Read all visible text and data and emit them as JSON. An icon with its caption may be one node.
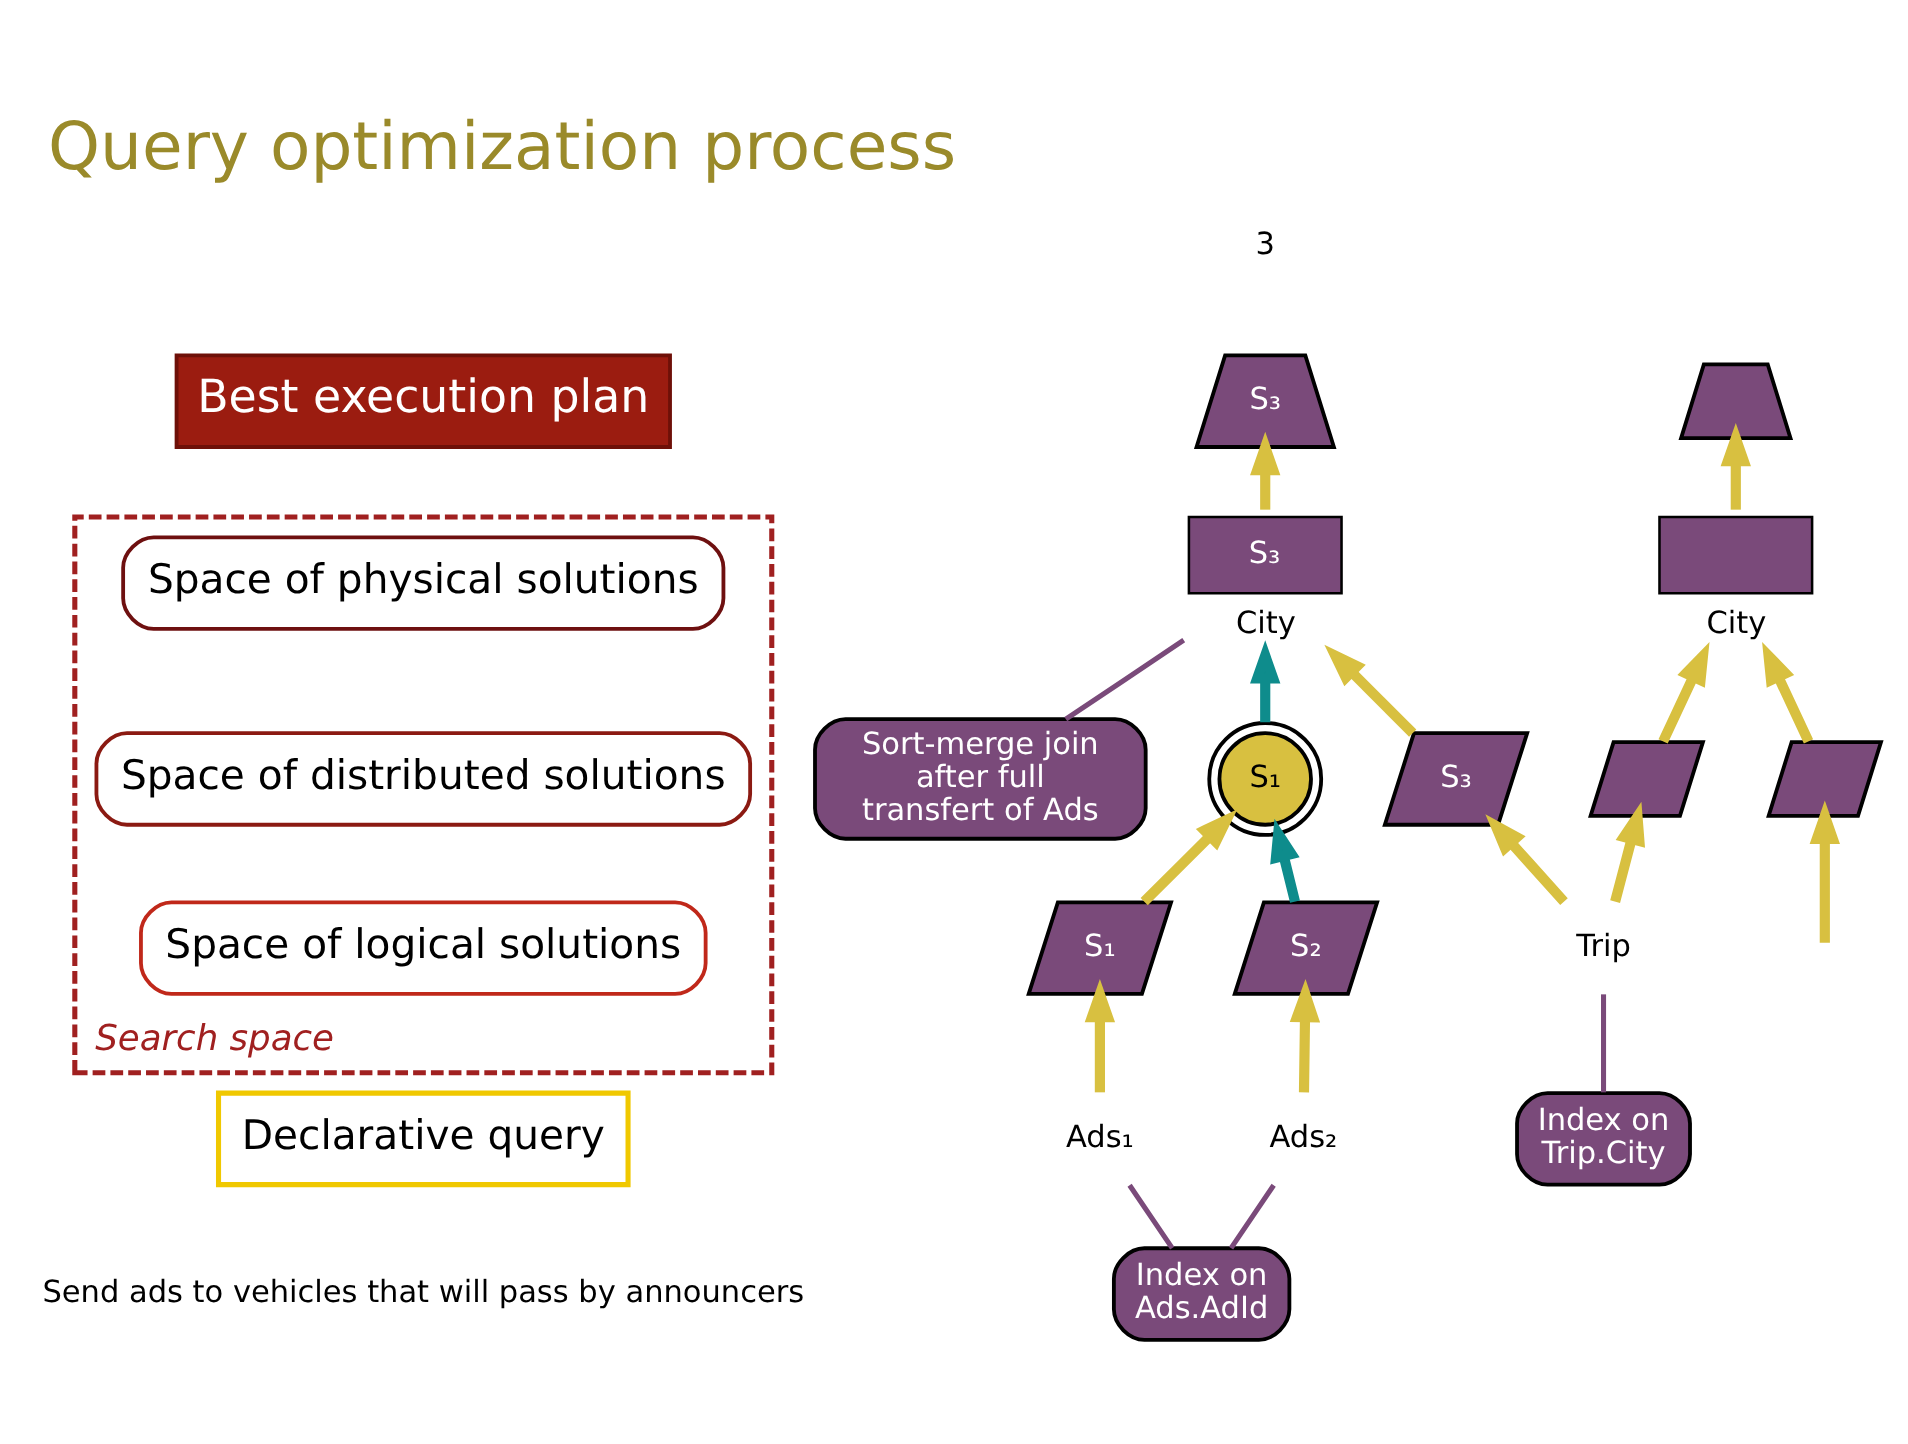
{
  "diagram": {
    "title": "Query optimization process",
    "nodes": [
      {
        "text": [
          "Best execution plan"
        ]
      },
      {
        "text": [
          "Search space"
        ]
      },
      {
        "text": [
          "Space of physical solutions"
        ],
        "in": 1
      },
      {
        "text": [
          "Space of distributed solutions"
        ],
        "in": 1
      },
      {
        "text": [
          "Space of logical solutions"
        ],
        "in": 1
      },
      {
        "text": [
          "Declarative query"
        ]
      },
      {
        "text": [
          "S₃"
        ]
      },
      {
        "text": [],
        "shape": "trapezoid"
      },
      {
        "text": [
          "S₃"
        ],
        "beside": [
          "City"
        ]
      },
      {
        "text": [
          "Sort-merge join after full transfert of Ads"
        ]
      },
      {
        "text": [],
        "shape": "bowtie",
        "beside": [
          "City"
        ]
      },
      {
        "text": [
          "S₁"
        ]
      },
      {
        "text": [
          "S₃"
        ]
      },
      {
        "text": [],
        "shape": "parallelogram"
      },
      {
        "text": [
          "S₁"
        ]
      },
      {
        "text": [],
        "shape": "parallelogram"
      },
      {
        "text": [
          "S₂"
        ]
      },
      {
        "text": [
          "Trip"
        ]
      },
      {
        "text": [
          "Index on Trip.City"
        ]
      },
      {
        "text": [
          "Ads₁"
        ]
      },
      {
        "text": [
          "Ads₂"
        ]
      },
      {
        "text": [
          "Index on Ads.AdId"
        ]
      }
    ],
    "edges": [
      {
        "from": 17,
        "to": 12,
        "arrow": "to"
      },
      {
        "from": 17,
        "to": 13,
        "arrow": "to"
      },
      {
        "from": 12,
        "to": 8,
        "arrow": "to"
      },
      {
        "from": 13,
        "to": 10,
        "arrow": "to"
      },
      {
        "from": 10,
        "to": 7,
        "arrow": "to"
      },
      {
        "from": 8,
        "to": 6,
        "arrow": "to"
      },
      {
        "from": null,
        "to": 15,
        "arrow": "to"
      },
      {
        "from": 15,
        "to": 10,
        "arrow": "to"
      },
      {
        "from": 19,
        "to": 14,
        "arrow": "to"
      },
      {
        "from": 14,
        "to": 11,
        "arrow": "to"
      },
      {
        "from": 20,
        "to": 16,
        "arrow": "to"
      },
      {
        "from": 16,
        "to": 11,
        "arrow": "to",
        "color": "#0e8c8c"
      },
      {
        "from": 11,
        "to": 8,
        "arrow": "to",
        "color": "#0e8c8c"
      },
      {
        "from": 9,
        "to": 8,
        "arrow": "none",
        "color": "#7a4a7a"
      },
      {
        "from": 18,
        "to": 17,
        "arrow": "none",
        "color": "#7a4a7a"
      },
      {
        "from": 21,
        "to": 19,
        "arrow": "none",
        "color": "#7a4a7a"
      },
      {
        "from": 21,
        "to": 20,
        "arrow": "none",
        "color": "#7a4a7a"
      }
    ],
    "labels": [
      "3",
      "Send ads to vehicles that will pass by announcers"
    ]
  }
}
